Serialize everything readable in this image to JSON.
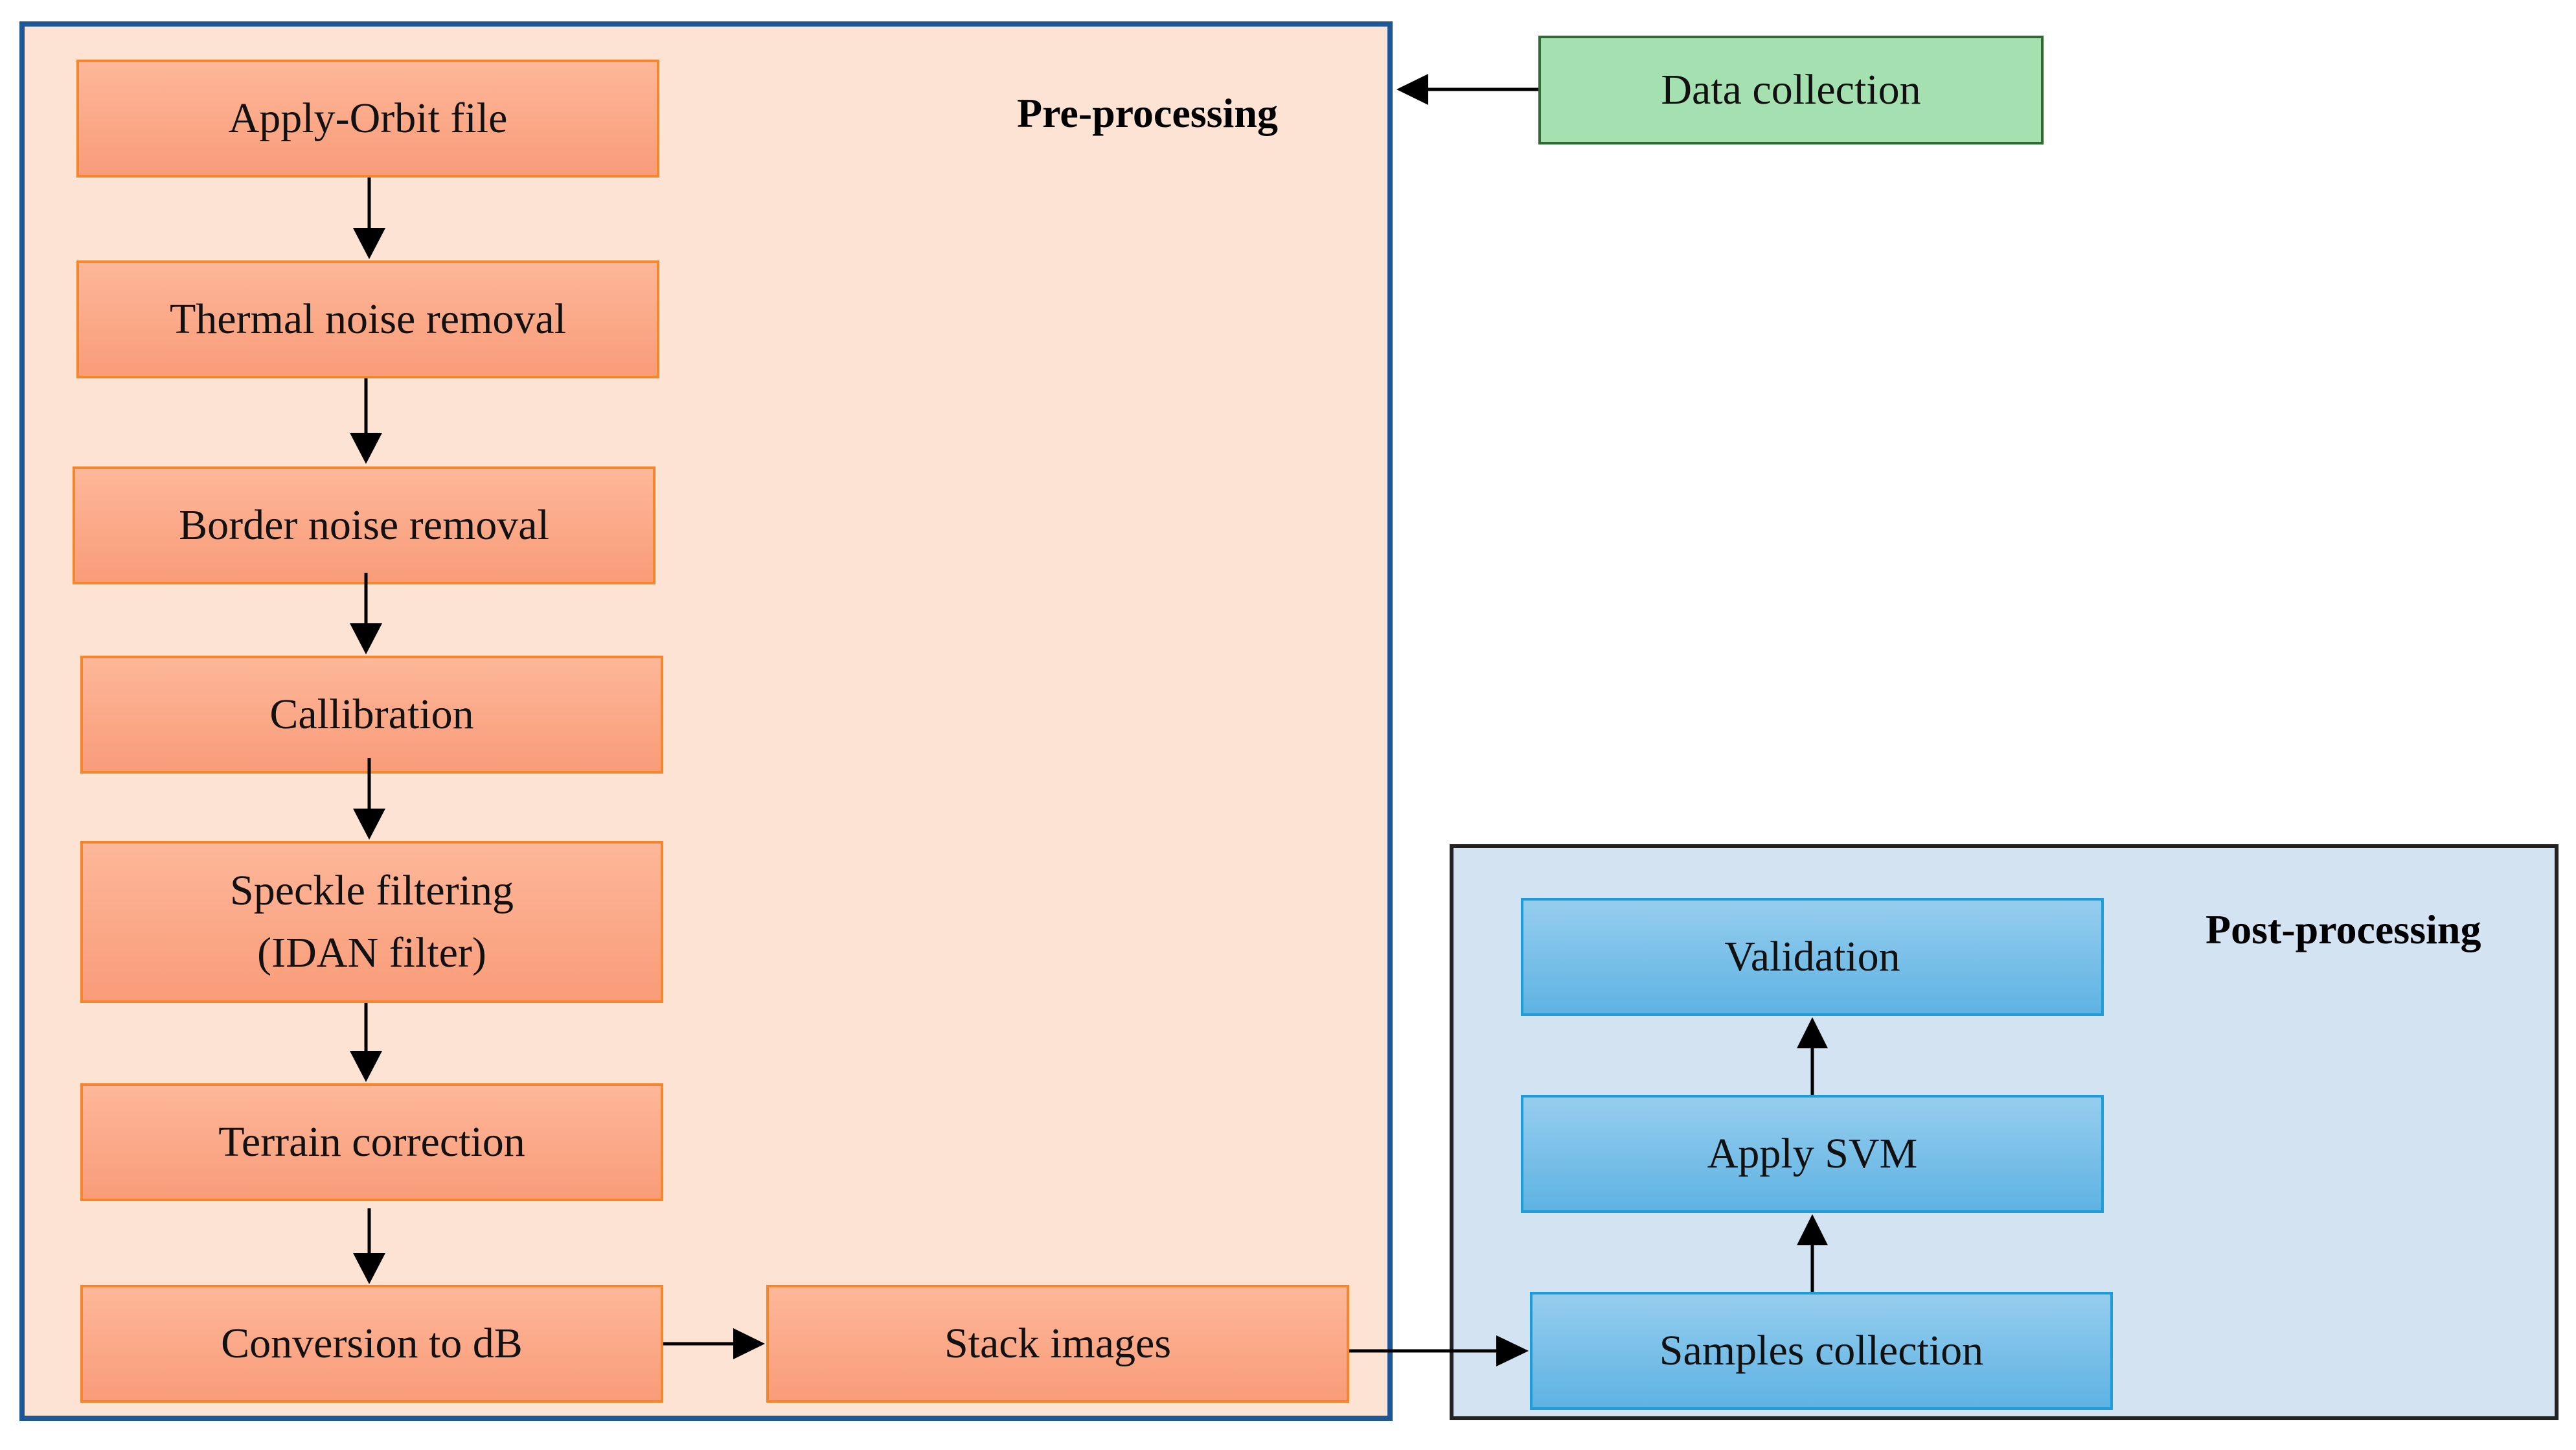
{
  "pre_processing": {
    "title": "Pre-processing",
    "steps": [
      "Apply-Orbit file",
      "Thermal noise removal",
      "Border noise removal",
      "Callibration",
      [
        "Speckle filtering",
        "(IDAN filter)"
      ],
      "Terrain correction",
      "Conversion to dB"
    ],
    "stack": "Stack images"
  },
  "data_collection": "Data collection",
  "post_processing": {
    "title": "Post-processing",
    "steps": [
      "Validation",
      "Apply SVM",
      "Samples collection"
    ]
  },
  "colors": {
    "pre_fill": "#fde3d4",
    "pre_border": "#1f5796",
    "post_fill": "#d3e3f2",
    "box_orange": "#f99c79",
    "box_blue": "#5eb3e3",
    "box_green": "#a5e0b0"
  }
}
